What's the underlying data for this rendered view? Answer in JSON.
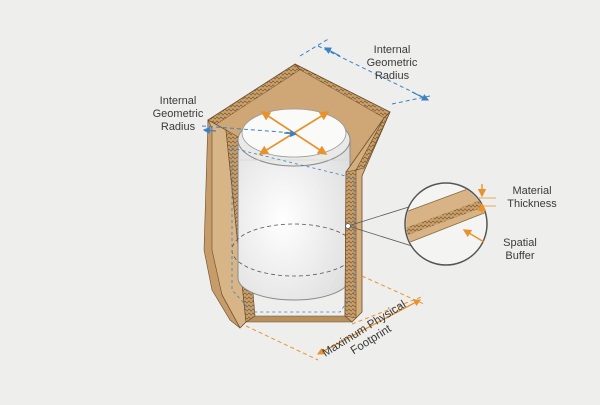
{
  "labels": {
    "internal_radius_top": [
      "Internal",
      "Geometric",
      "Radius"
    ],
    "internal_radius_left": [
      "Internal",
      "Geometric",
      "Radius"
    ],
    "material_thickness": [
      "Material",
      "Thickness"
    ],
    "spatial_buffer": [
      "Spatial",
      "Buffer"
    ],
    "footprint": [
      "Maximum Physical",
      "Footprint"
    ]
  },
  "colors": {
    "background": "#eeeeec",
    "cardboard": "#d3ae7e",
    "cardboard_dark": "#b8905f",
    "cardboard_light": "#e2c398",
    "canister": "#f6f6f4",
    "orange_arrow": "#e8922f",
    "blue_dashed": "#3b82c4",
    "outline": "#555555"
  }
}
